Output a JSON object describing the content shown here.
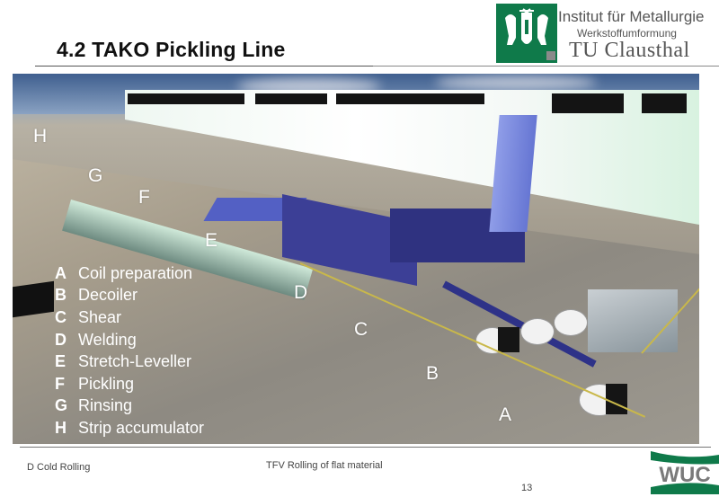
{
  "header": {
    "title": "4.2 TAKO Pickling Line",
    "institute_line1": "Institut für Metallurgie",
    "institute_line2": "Werkstoffumformung",
    "institute_line3": "TU Clausthal",
    "brand_color": "#0f7a4a"
  },
  "scene": {
    "alt": "3D rendering of TAKO pickling line",
    "labels": [
      {
        "key": "H"
      },
      {
        "key": "G"
      },
      {
        "key": "F"
      },
      {
        "key": "E"
      },
      {
        "key": "D"
      },
      {
        "key": "C"
      },
      {
        "key": "B"
      },
      {
        "key": "A"
      }
    ]
  },
  "legend": {
    "items": [
      {
        "key": "A",
        "label": "Coil preparation"
      },
      {
        "key": "B",
        "label": "Decoiler"
      },
      {
        "key": "C",
        "label": "Shear"
      },
      {
        "key": "D",
        "label": "Welding"
      },
      {
        "key": "E",
        "label": "Stretch-Leveller"
      },
      {
        "key": "F",
        "label": "Pickling"
      },
      {
        "key": "G",
        "label": "Rinsing"
      },
      {
        "key": "H",
        "label": "Strip accumulator"
      }
    ]
  },
  "footer": {
    "left": "D Cold Rolling",
    "center": "TFV Rolling of flat material",
    "page": "13",
    "logo_text": "WUC"
  }
}
